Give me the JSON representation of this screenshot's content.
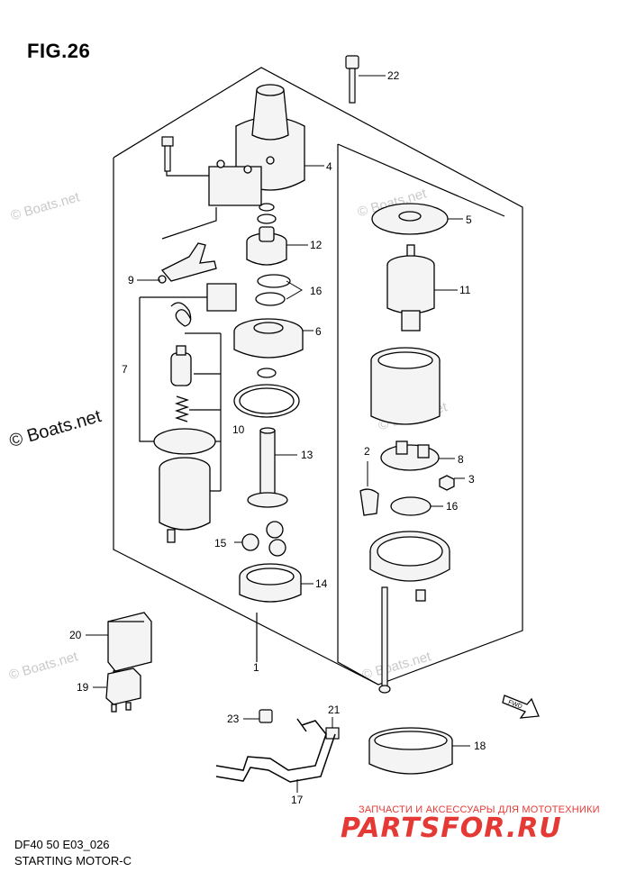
{
  "figure": {
    "title": "FIG.26",
    "code": "DF40 50 E03_026",
    "name": "STARTING MOTOR-C"
  },
  "watermarks": [
    "© Boats.net",
    "© Boats.net",
    "© Boats.net",
    "© Boats.net",
    "© Boats.net",
    "© Boats.net"
  ],
  "brand": {
    "tagline": "ЗАПЧАСТИ И АКСЕССУАРЫ ДЛЯ МОТОТЕХНИКИ",
    "logo_text": "PARTSFOR.RU",
    "color": "#e53935"
  },
  "fwd_label": "FWD",
  "callouts": [
    "22",
    "4",
    "5",
    "12",
    "9",
    "16",
    "11",
    "6",
    "7",
    "10",
    "13",
    "8",
    "2",
    "3",
    "16",
    "15",
    "14",
    "1",
    "20",
    "19",
    "21",
    "23",
    "18",
    "17"
  ],
  "colors": {
    "line": "#000000",
    "part_fill": "#f4f4f4",
    "watermark": "#c9c9c9"
  }
}
